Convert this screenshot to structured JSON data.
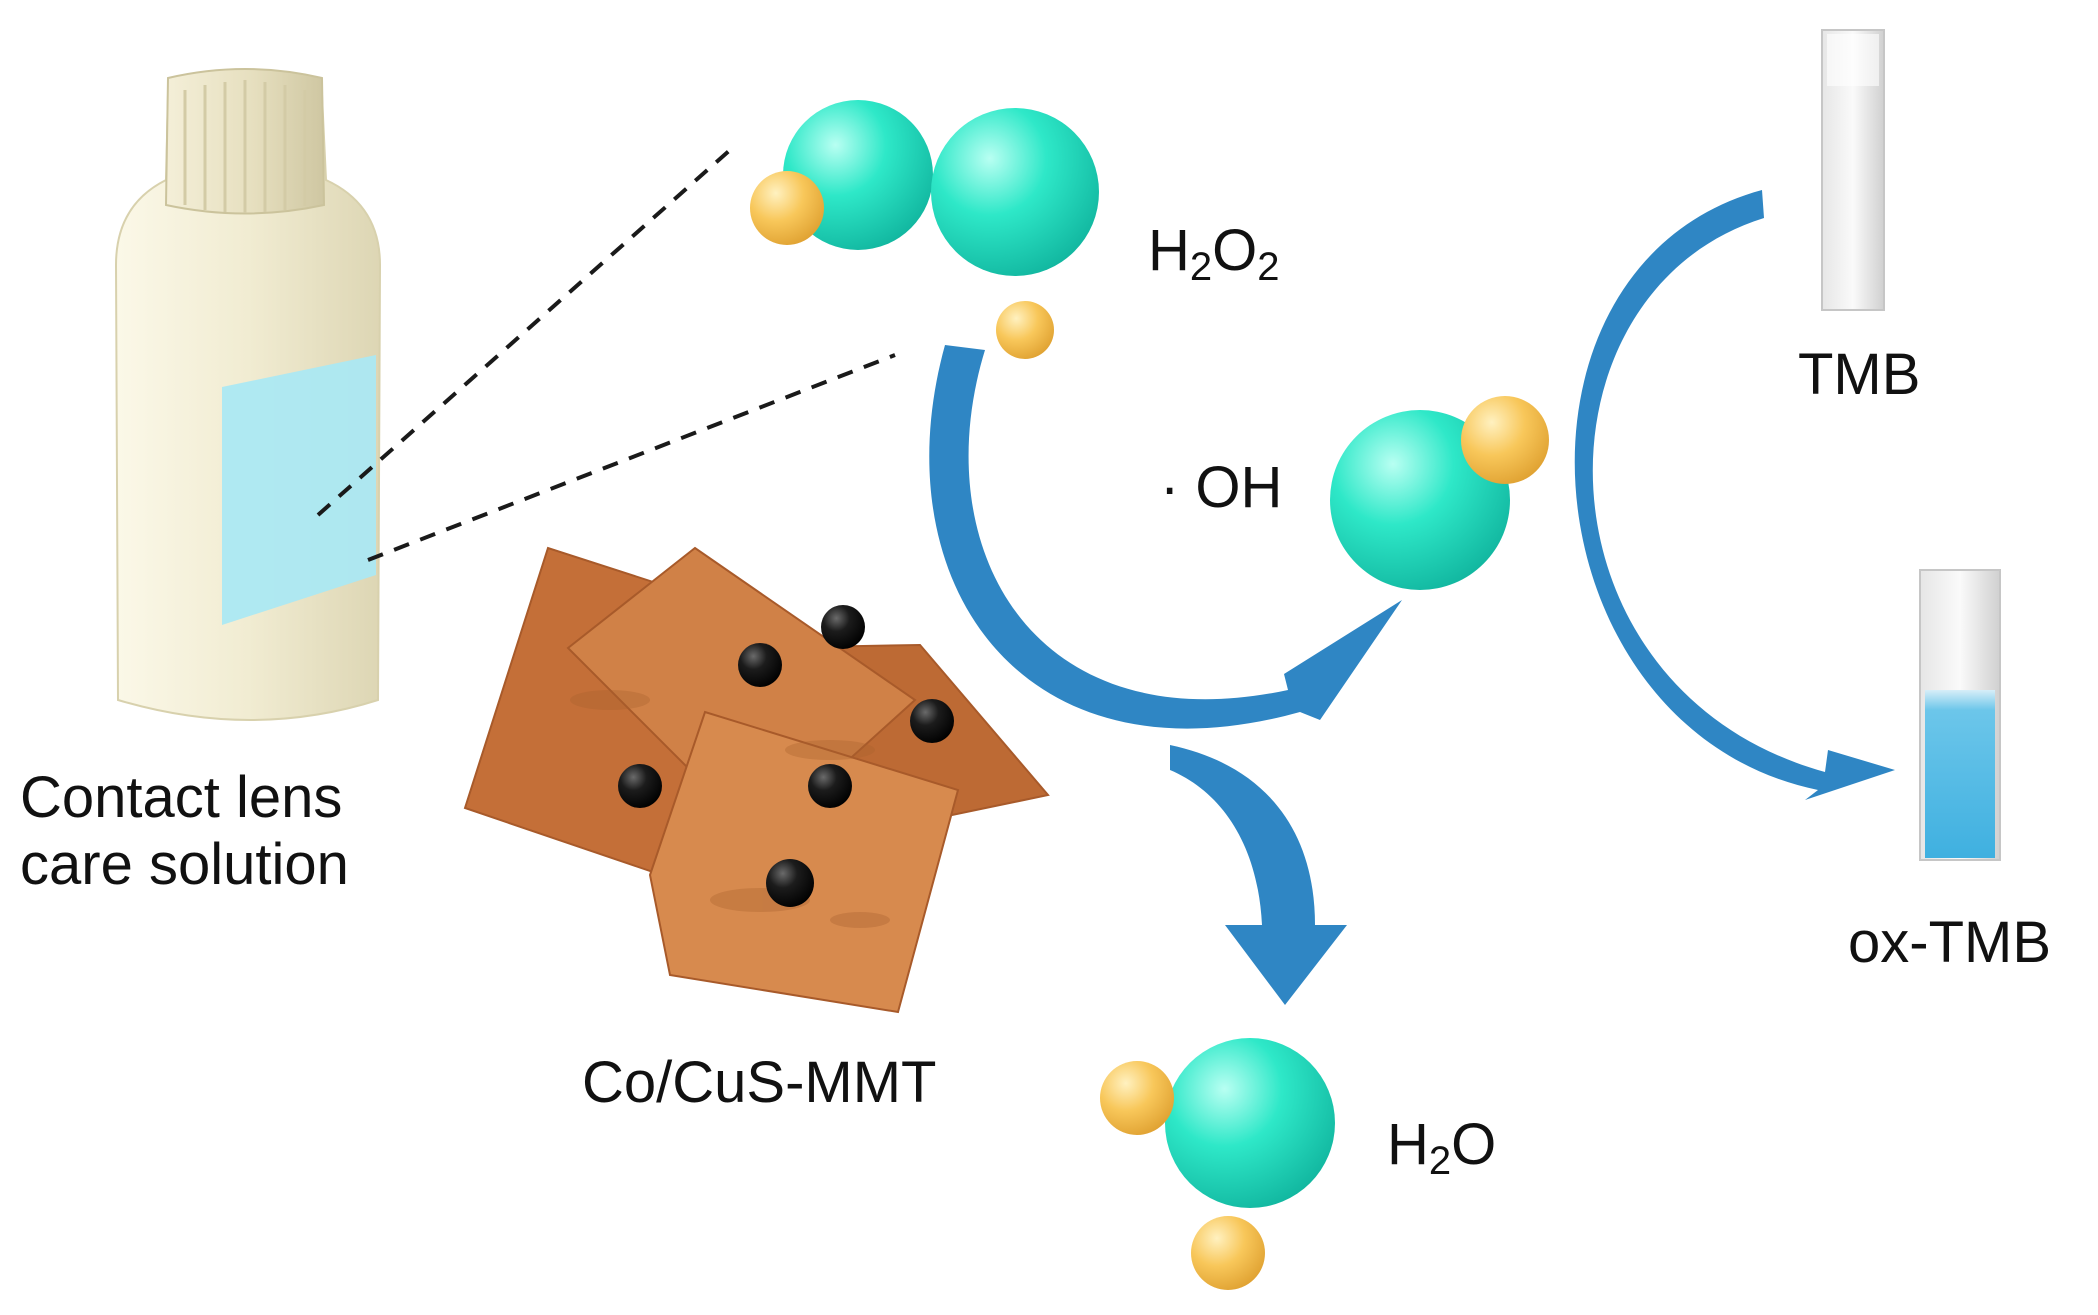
{
  "labels": {
    "contact_lens": [
      "Contact lens",
      "care solution"
    ],
    "h2o2": {
      "main": "H",
      "sub1": "2",
      "mid": "O",
      "sub2": "2"
    },
    "oh_radical": "· OH",
    "tmb": "TMB",
    "ox_tmb": "ox-TMB",
    "catalyst": "Co/CuS-MMT",
    "water": {
      "main": "H",
      "sub1": "2",
      "end": "O"
    }
  },
  "colors": {
    "oxygen_atom": "#2ee8c8",
    "hydrogen_atom": "#f8c75a",
    "arrow": "#2f86c4",
    "bottle": "#f1ecd2",
    "bottle_label": "#a9e8f4",
    "clay_sheet": "#d08147",
    "nanoparticle": "#1c1c1c",
    "ox_tmb_liquid": "#57bde6"
  }
}
